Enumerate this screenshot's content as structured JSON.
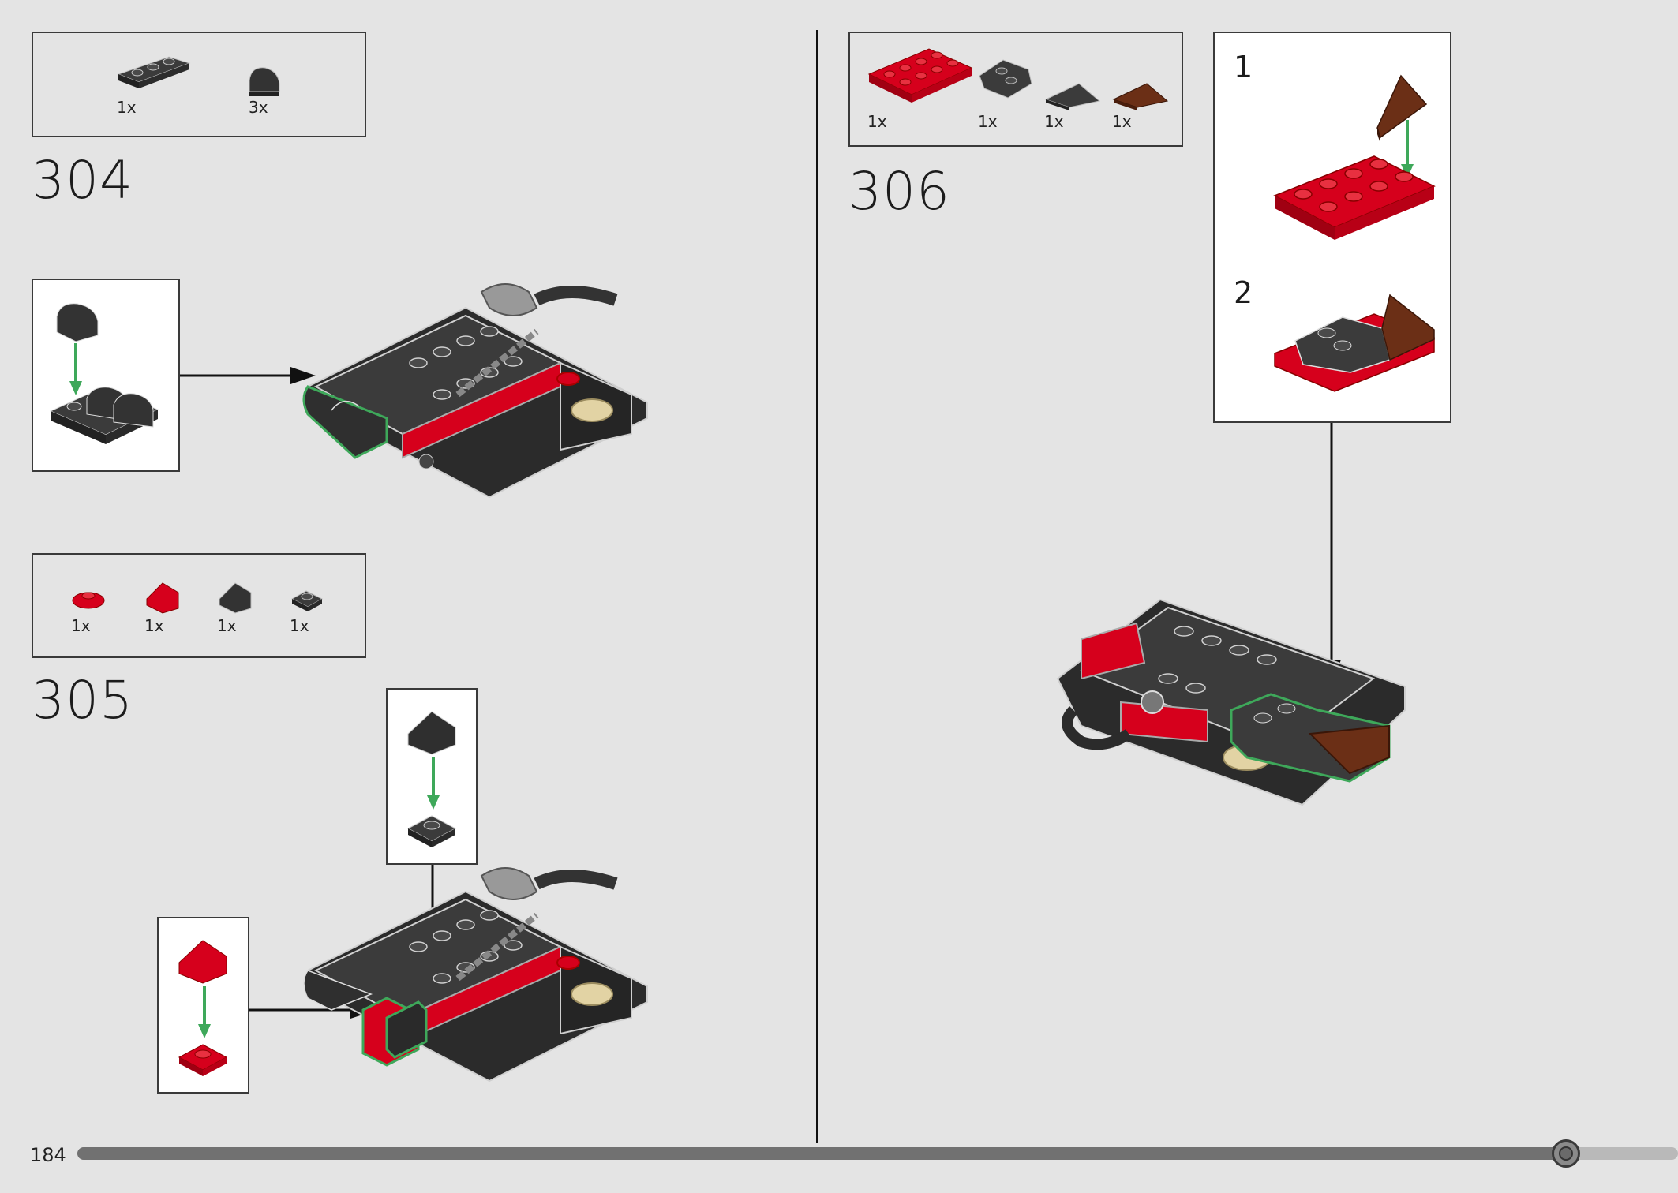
{
  "page": {
    "number": "184"
  },
  "progress": {
    "fraction": 0.93
  },
  "steps": [
    {
      "number": "304",
      "parts": [
        {
          "qty": "1x",
          "icon": "dark-gray-1x3-plate-icon"
        },
        {
          "qty": "3x",
          "icon": "dark-gray-curved-slope-icon"
        }
      ]
    },
    {
      "number": "305",
      "parts": [
        {
          "qty": "1x",
          "icon": "red-round-plate-icon"
        },
        {
          "qty": "1x",
          "icon": "red-slope-icon"
        },
        {
          "qty": "1x",
          "icon": "dark-gray-slope-icon"
        },
        {
          "qty": "1x",
          "icon": "dark-gray-round-plate-icon"
        }
      ]
    },
    {
      "number": "306",
      "parts": [
        {
          "qty": "1x",
          "icon": "red-2x4-plate-icon"
        },
        {
          "qty": "1x",
          "icon": "dark-gray-wedge-plate-icon"
        },
        {
          "qty": "1x",
          "icon": "dark-gray-tile-icon"
        },
        {
          "qty": "1x",
          "icon": "brown-wedge-tile-icon"
        }
      ],
      "substeps": [
        "1",
        "2"
      ]
    }
  ],
  "colors": {
    "background": "#e4e4e4",
    "lego_red": "#d6001c",
    "lego_dark_gray": "#3b3b3b",
    "lego_tan": "#e2d3a4",
    "lego_brown": "#6b2f16",
    "highlight_green": "#3ea85a"
  }
}
